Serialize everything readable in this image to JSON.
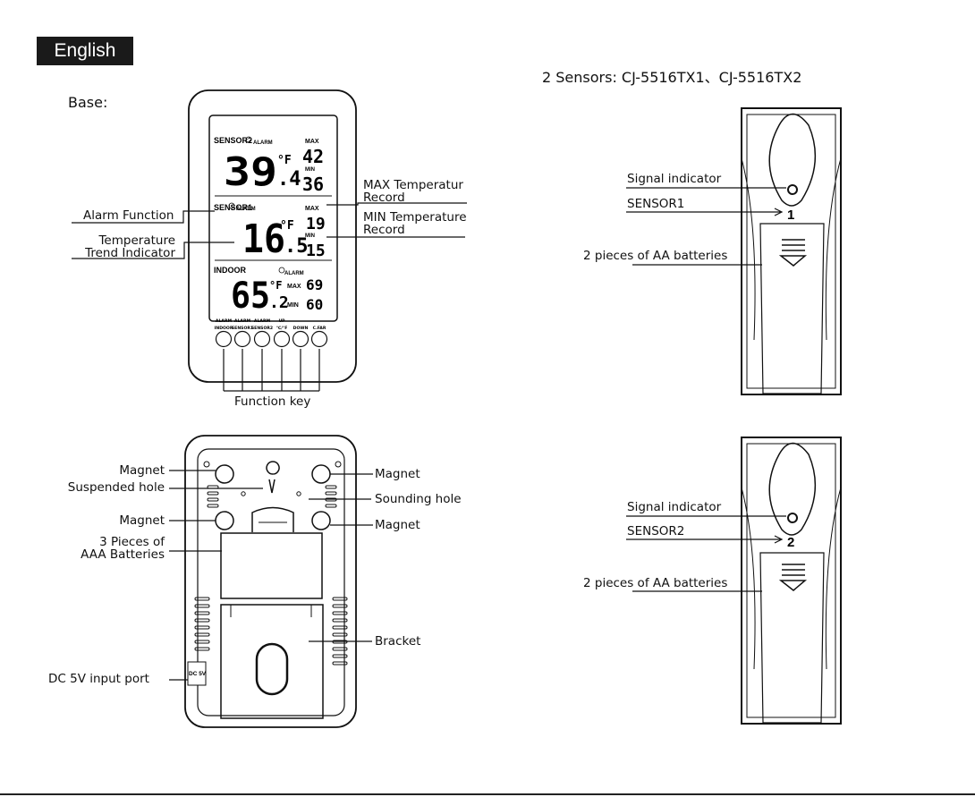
{
  "language_tab": "English",
  "base_heading": "Base:",
  "sensors_heading": "2 Sensors: CJ-5516TX1、CJ-5516TX2",
  "front_labels": {
    "alarm_function": "Alarm Function",
    "trend_line1": "Temperature",
    "trend_line2": "Trend Indicator",
    "max_line1": "MAX Temperatur",
    "max_line2": "Record",
    "min_line1": "MIN Temperature",
    "min_line2": "Record",
    "function_key": "Function key"
  },
  "lcd": {
    "sensor2": {
      "label": "SENSOR2",
      "alarm": "ALARM",
      "temp": "39",
      "temp_dec": ".4",
      "unit": "°F",
      "max_label": "MAX",
      "max": "42",
      "min_label": "MIN",
      "min": "36"
    },
    "sensor1": {
      "label": "SENSOR1",
      "alarm": "ALARM",
      "temp": "16",
      "temp_dec": ".5",
      "unit": "°F",
      "max_label": "MAX",
      "max": "19",
      "min_label": "MIN",
      "min": "15"
    },
    "indoor": {
      "label": "INDOOR",
      "alarm": "ALARM",
      "temp": "65",
      "temp_dec": ".2",
      "unit": "°F",
      "max_label": "MAX",
      "max": "69",
      "min_label": "MIN",
      "min": "60"
    }
  },
  "buttons": [
    {
      "top": "ALARM",
      "bottom": "INDOOR"
    },
    {
      "top": "ALARM",
      "bottom": "SENSOR1"
    },
    {
      "top": "ALARM",
      "bottom": "SENSOR2"
    },
    {
      "top": "UP",
      "bottom": "℃/°F"
    },
    {
      "top": "",
      "bottom": "DOWN"
    },
    {
      "top": "",
      "bottom": "C.FAR"
    }
  ],
  "back_labels": {
    "magnet_tl": "Magnet",
    "suspended_hole": "Suspended hole",
    "magnet_ml": "Magnet",
    "batteries_line1": "3 Pieces of",
    "batteries_line2": "AAA Batteries",
    "dc_port": "DC 5V input port",
    "magnet_tr": "Magnet",
    "sounding_hole": "Sounding hole",
    "magnet_mr": "Magnet",
    "bracket": "Bracket",
    "dc_marking": "DC 5V"
  },
  "sensor_units": [
    {
      "signal": "Signal indicator",
      "name": "SENSOR1",
      "number": "1",
      "batteries": "2 pieces of AA batteries"
    },
    {
      "signal": "Signal indicator",
      "name": "SENSOR2",
      "number": "2",
      "batteries": "2 pieces of AA batteries"
    }
  ]
}
